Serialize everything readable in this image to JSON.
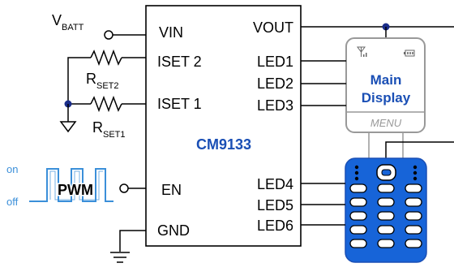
{
  "vbatt": {
    "main": "V",
    "sub": "BATT"
  },
  "rset2": {
    "main": "R",
    "sub": "SET2"
  },
  "rset1": {
    "main": "R",
    "sub": "SET1"
  },
  "pwm": {
    "on": "on",
    "off": "off",
    "label": "PWM"
  },
  "chip": {
    "name": "CM9133",
    "pins_left": {
      "vin": "VIN",
      "iset2": "ISET 2",
      "iset1": "ISET 1",
      "en": "EN",
      "gnd": "GND"
    },
    "pins_right": {
      "vout": "VOUT",
      "led1": "LED1",
      "led2": "LED2",
      "led3": "LED3",
      "led4": "LED4",
      "led5": "LED5",
      "led6": "LED6"
    }
  },
  "display": {
    "line1": "Main",
    "line2": "Display",
    "menu": "MENU"
  },
  "colors": {
    "accent_blue": "#1a4fb5",
    "keypad_blue": "#1764d8",
    "pwm_blue": "#3b8fd9",
    "wire": "#000000",
    "phone_gray": "#999999"
  }
}
